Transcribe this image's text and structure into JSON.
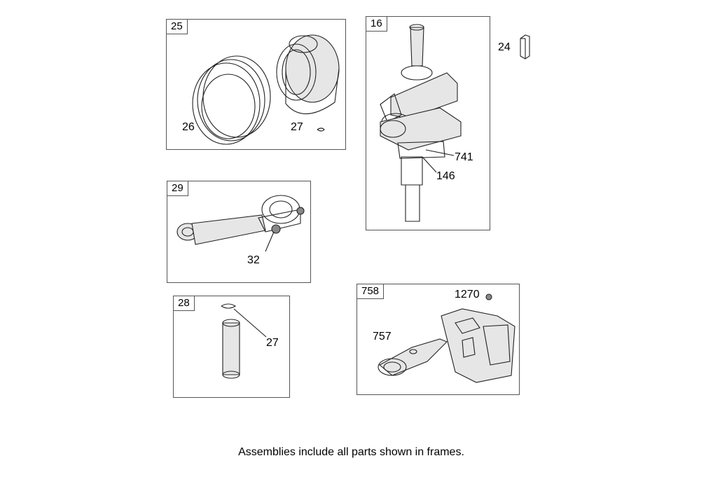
{
  "frames": {
    "piston": {
      "tag": "25",
      "callouts": {
        "rings": "26",
        "clip": "27"
      }
    },
    "crankshaft": {
      "tag": "16",
      "callouts": {
        "gear": "741",
        "key": "146"
      }
    },
    "key": {
      "callout": "24"
    },
    "connecting_rod": {
      "tag": "29",
      "callouts": {
        "bolt": "32"
      }
    },
    "piston_pin": {
      "tag": "28",
      "callouts": {
        "clip": "27"
      }
    },
    "governor": {
      "tag": "758",
      "callouts": {
        "screw": "1270",
        "plate": "757"
      }
    }
  },
  "footer_note": "Assemblies include all parts shown in frames."
}
